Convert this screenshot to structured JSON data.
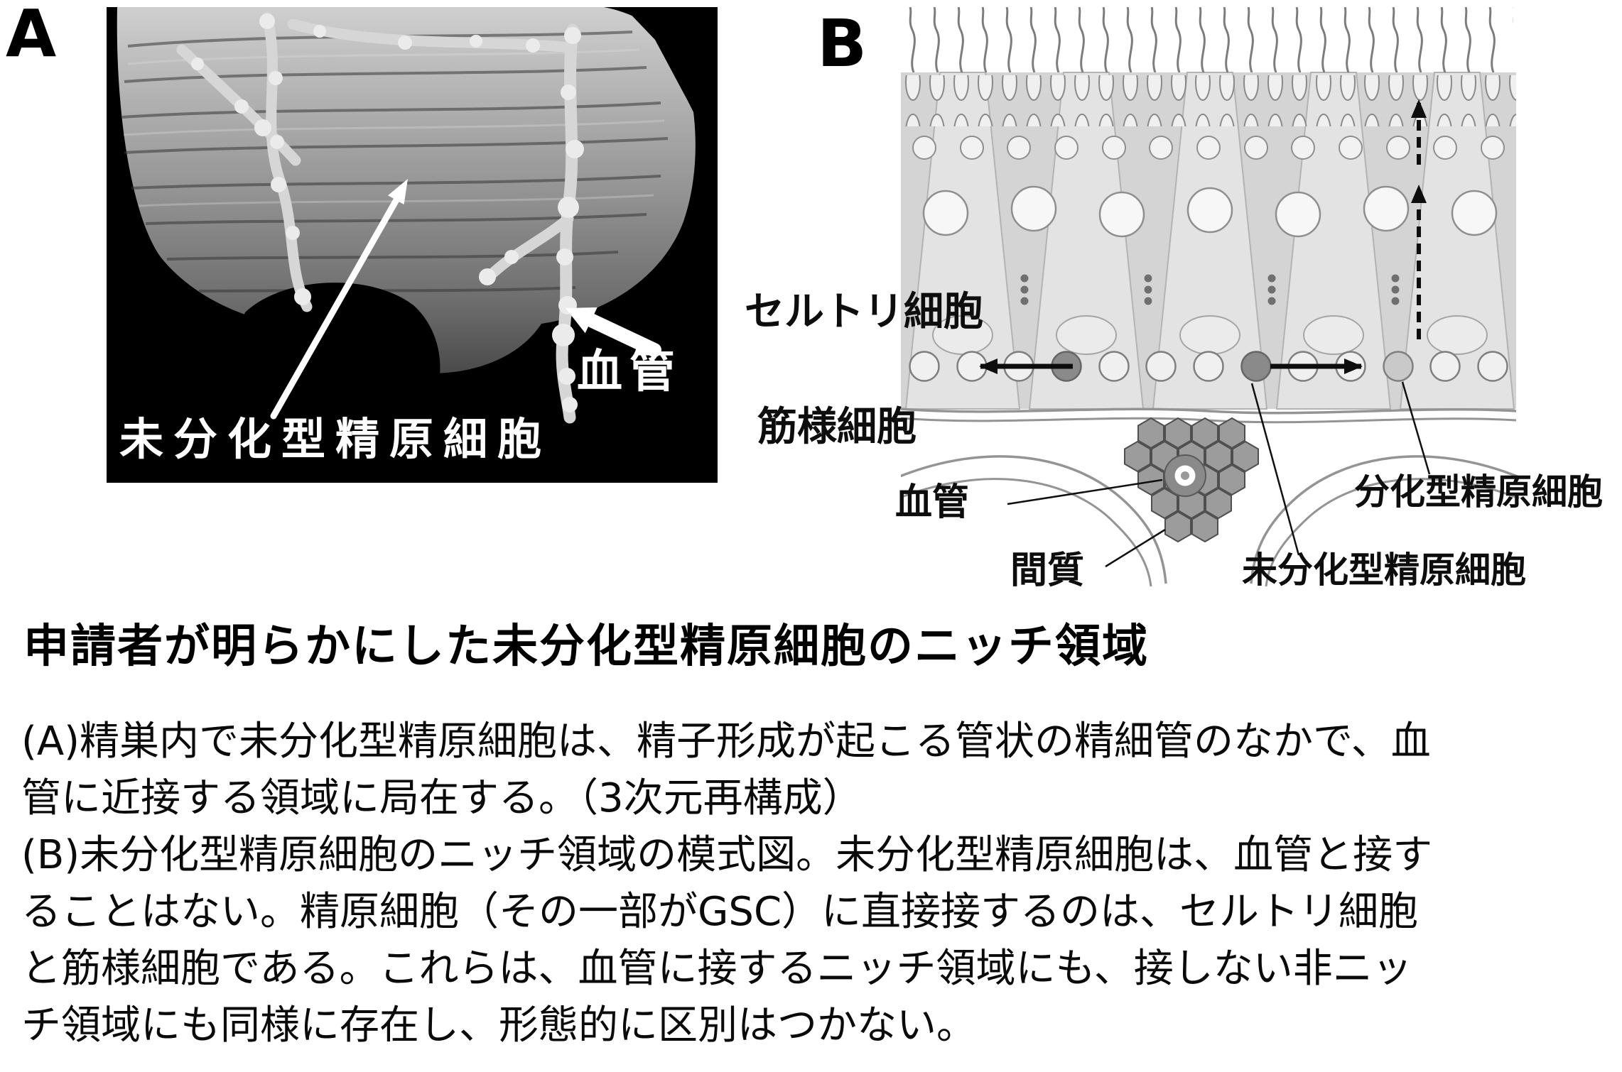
{
  "figure": {
    "panel_a": {
      "letter": "A",
      "label_spermatogonia": "未分化型精原細胞",
      "label_blood_vessel": "血管"
    },
    "panel_b": {
      "letter": "B",
      "label_sertoli": "セルトリ細胞",
      "label_myoid": "筋様細胞",
      "label_blood_vessel": "血管",
      "label_interstitium": "間質",
      "label_diff_spermatogonia": "分化型精原細胞",
      "label_undiff_spermatogonia": "未分化型精原細胞"
    },
    "title": "申請者が明らかにした未分化型精原細胞のニッチ領域",
    "caption_a": "(A)精巣内で未分化型精原細胞は、精子形成が起こる管状の精細管のなかで、血\n管に近接する領域に局在する。（3次元再構成）",
    "caption_b": "(B)未分化型精原細胞のニッチ領域の模式図。未分化型精原細胞は、血管と接す\nることはない。精原細胞（その一部がGSC）に直接接するのは、セルトリ細胞\nと筋様細胞である。これらは、血管に接するニッチ領域にも、接しない非ニッ\nチ領域にも同様に存在し、形態的に区別はつかない。"
  },
  "colors": {
    "panel_a_background": "#000000",
    "panel_a_text": "#ffffff",
    "schematic_band": "#d4d4d4",
    "sertoli_fill": "#e3e3e3",
    "cell_dark": "#8a8a8a",
    "hexagon_fill": "#9c9c9c",
    "text": "#111111"
  }
}
